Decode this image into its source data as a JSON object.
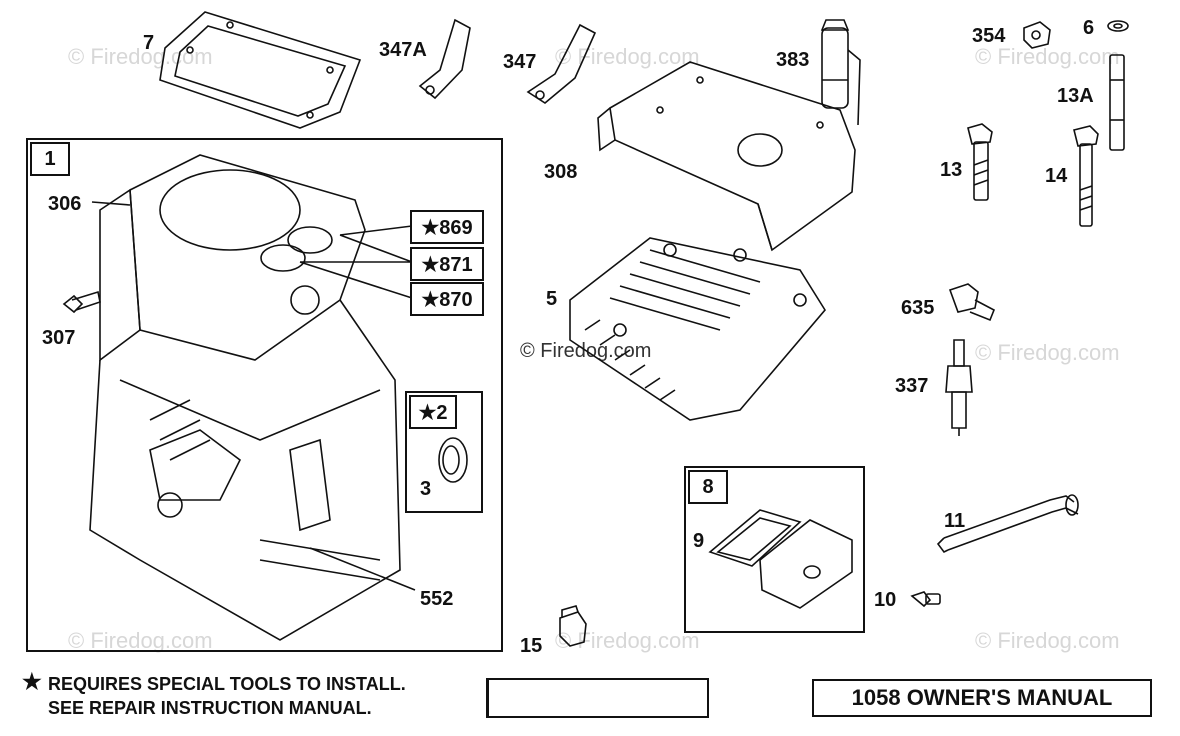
{
  "watermark": "© Firedog.com",
  "watermark_center": "© Firedog.com",
  "part_labels": {
    "p7": "7",
    "p347a": "347A",
    "p347": "347",
    "p383": "383",
    "p354": "354",
    "p6": "6",
    "p13a": "13A",
    "p308": "308",
    "p13": "13",
    "p14": "14",
    "p1": "1",
    "p306": "306",
    "p869": "★869",
    "p871": "★871",
    "p870": "★870",
    "p307": "307",
    "p5": "5",
    "p635": "635",
    "p337": "337",
    "p2": "★2",
    "p3": "3",
    "p552": "552",
    "p8": "8",
    "p9": "9",
    "p11": "11",
    "p10": "10",
    "p15": "15"
  },
  "note": {
    "star": "★",
    "line1": "REQUIRES SPECIAL TOOLS TO INSTALL.",
    "line2": "SEE REPAIR INSTRUCTION MANUAL."
  },
  "manual_label": "1058 OWNER'S MANUAL"
}
